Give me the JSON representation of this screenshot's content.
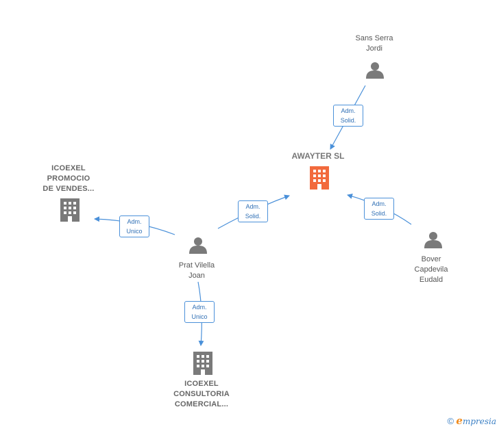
{
  "nodes": {
    "main_company": {
      "name": "AWAYTER  SL"
    },
    "sans_serra": {
      "line1": "Sans Serra",
      "line2": "Jordi"
    },
    "icoexel_promocio": {
      "line1": "ICOEXEL",
      "line2": "PROMOCIO",
      "line3": "DE VENDES..."
    },
    "prat_vilella": {
      "line1": "Prat Vilella",
      "line2": "Joan"
    },
    "bover": {
      "line1": "Bover",
      "line2": "Capdevila",
      "line3": "Eudald"
    },
    "icoexel_consultoria": {
      "line1": "ICOEXEL",
      "line2": "CONSULTORIA",
      "line3": "COMERCIAL..."
    }
  },
  "edges": {
    "sans_to_main": {
      "line1": "Adm.",
      "line2": "Solid."
    },
    "prat_to_main": {
      "line1": "Adm.",
      "line2": "Solid."
    },
    "bover_to_main": {
      "line1": "Adm.",
      "line2": "Solid."
    },
    "prat_to_promocio": {
      "line1": "Adm.",
      "line2": "Unico"
    },
    "prat_to_consultoria": {
      "line1": "Adm.",
      "line2": "Unico"
    }
  },
  "footer": {
    "copyright": "©",
    "brand_initial": "e",
    "brand_rest": "mpresia"
  },
  "colors": {
    "edge": "#4a90d9",
    "main_company": "#f26a3d",
    "node": "#7a7a7a"
  }
}
